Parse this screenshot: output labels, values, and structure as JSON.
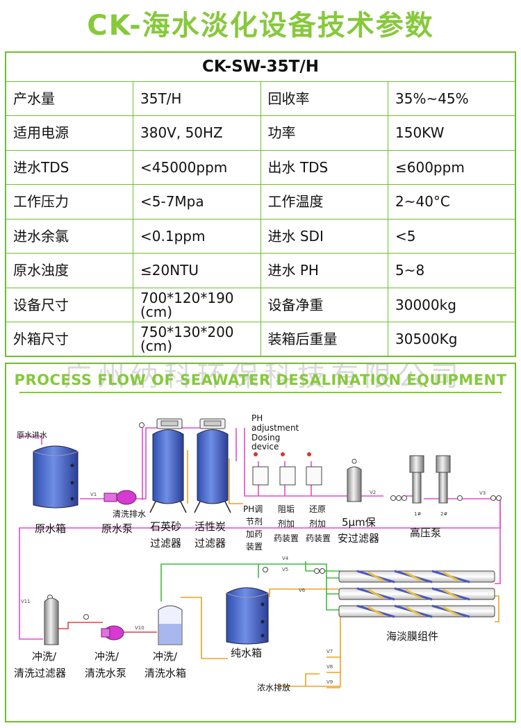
{
  "title": "CK-海水淡化设备技术参数",
  "model": "CK-SW-35T/H",
  "specs": [
    [
      "产水量",
      "35T/H",
      "回收率",
      "35%~45%"
    ],
    [
      "适用电源",
      "380V, 50HZ",
      "功率",
      "150KW"
    ],
    [
      "进水TDS",
      "<45000ppm",
      "出水 TDS",
      "≤600ppm"
    ],
    [
      "工作压力",
      "<5-7Mpa",
      "工作温度",
      "2~40°C"
    ],
    [
      "进水余氯",
      "<0.1ppm",
      "进水 SDI",
      "<5"
    ],
    [
      "原水浊度",
      "≤20NTU",
      "进水 PH",
      "5~8"
    ],
    [
      "设备尺寸",
      "700*120*190 (cm)",
      "设备净重",
      "30000kg"
    ],
    [
      "外箱尺寸",
      "750*130*200 (cm)",
      "装箱后重量",
      "30500Kg"
    ]
  ],
  "watermark": "广州纳科环保科技有限公司",
  "flow_title": "PROCESS FLOW OF SEAWATER DESALINATION EQUIPMENT",
  "labels": {
    "raw_inlet": "原水进水",
    "raw_tank": "原水箱",
    "flush_drain": "清洗排水",
    "raw_pump": "原水泵",
    "sand_filter_1": "石英砂",
    "sand_filter_2": "过滤器",
    "carbon_filter_1": "活性炭",
    "carbon_filter_2": "过滤器",
    "ph_device_1": "PH",
    "ph_device_2": "adjustment",
    "ph_device_3": "Dosing",
    "ph_device_4": "device",
    "ph_dose_1": "PH调",
    "ph_dose_2": "节剂",
    "ph_dose_3": "加药",
    "ph_dose_4": "装置",
    "scale_dose_1": "阻垢",
    "scale_dose_2": "剂加",
    "scale_dose_3": "药装置",
    "reduce_dose_1": "还原",
    "reduce_dose_2": "剂加",
    "reduce_dose_3": "药装置",
    "security_filter_1": "5μm保",
    "security_filter_2": "安过滤器",
    "hp_pump": "高压泵",
    "pump_1": "1#",
    "pump_2": "2#",
    "flush_filter_1": "冲洗/",
    "flush_filter_2": "清洗过滤器",
    "flush_pump_1": "冲洗/",
    "flush_pump_2": "清洗水泵",
    "flush_tank_1": "冲洗/",
    "flush_tank_2": "清洗水箱",
    "pure_tank": "纯水箱",
    "membrane": "海淡膜组件",
    "brine_drain": "浓水排放",
    "v1": "V1",
    "v2": "V2",
    "v3": "V3",
    "v4": "V4",
    "v5": "V5",
    "v6": "V6",
    "v7": "V7",
    "v8": "V8",
    "v9": "V9",
    "v10": "V10",
    "v11": "V11"
  }
}
